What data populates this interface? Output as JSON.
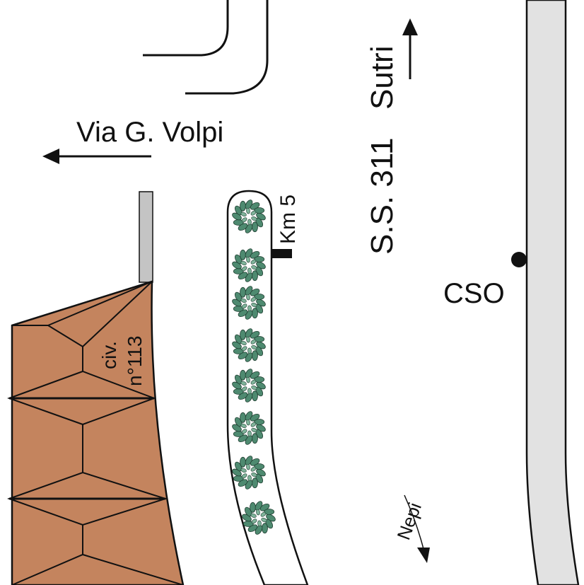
{
  "labels": {
    "via_volpi": "Via G. Volpi",
    "sutri": "Sutri",
    "ss311": "S.S. 311",
    "km5": "Km 5",
    "cso": "CSO",
    "civ": "civ.",
    "civ_number": "n°113",
    "nepi": "Nepi"
  },
  "colors": {
    "building": "#C4845E",
    "road_strip": "#E2E2E2",
    "post": "#C4C4C4",
    "tree": "#4E8A70",
    "ink": "#111111"
  }
}
